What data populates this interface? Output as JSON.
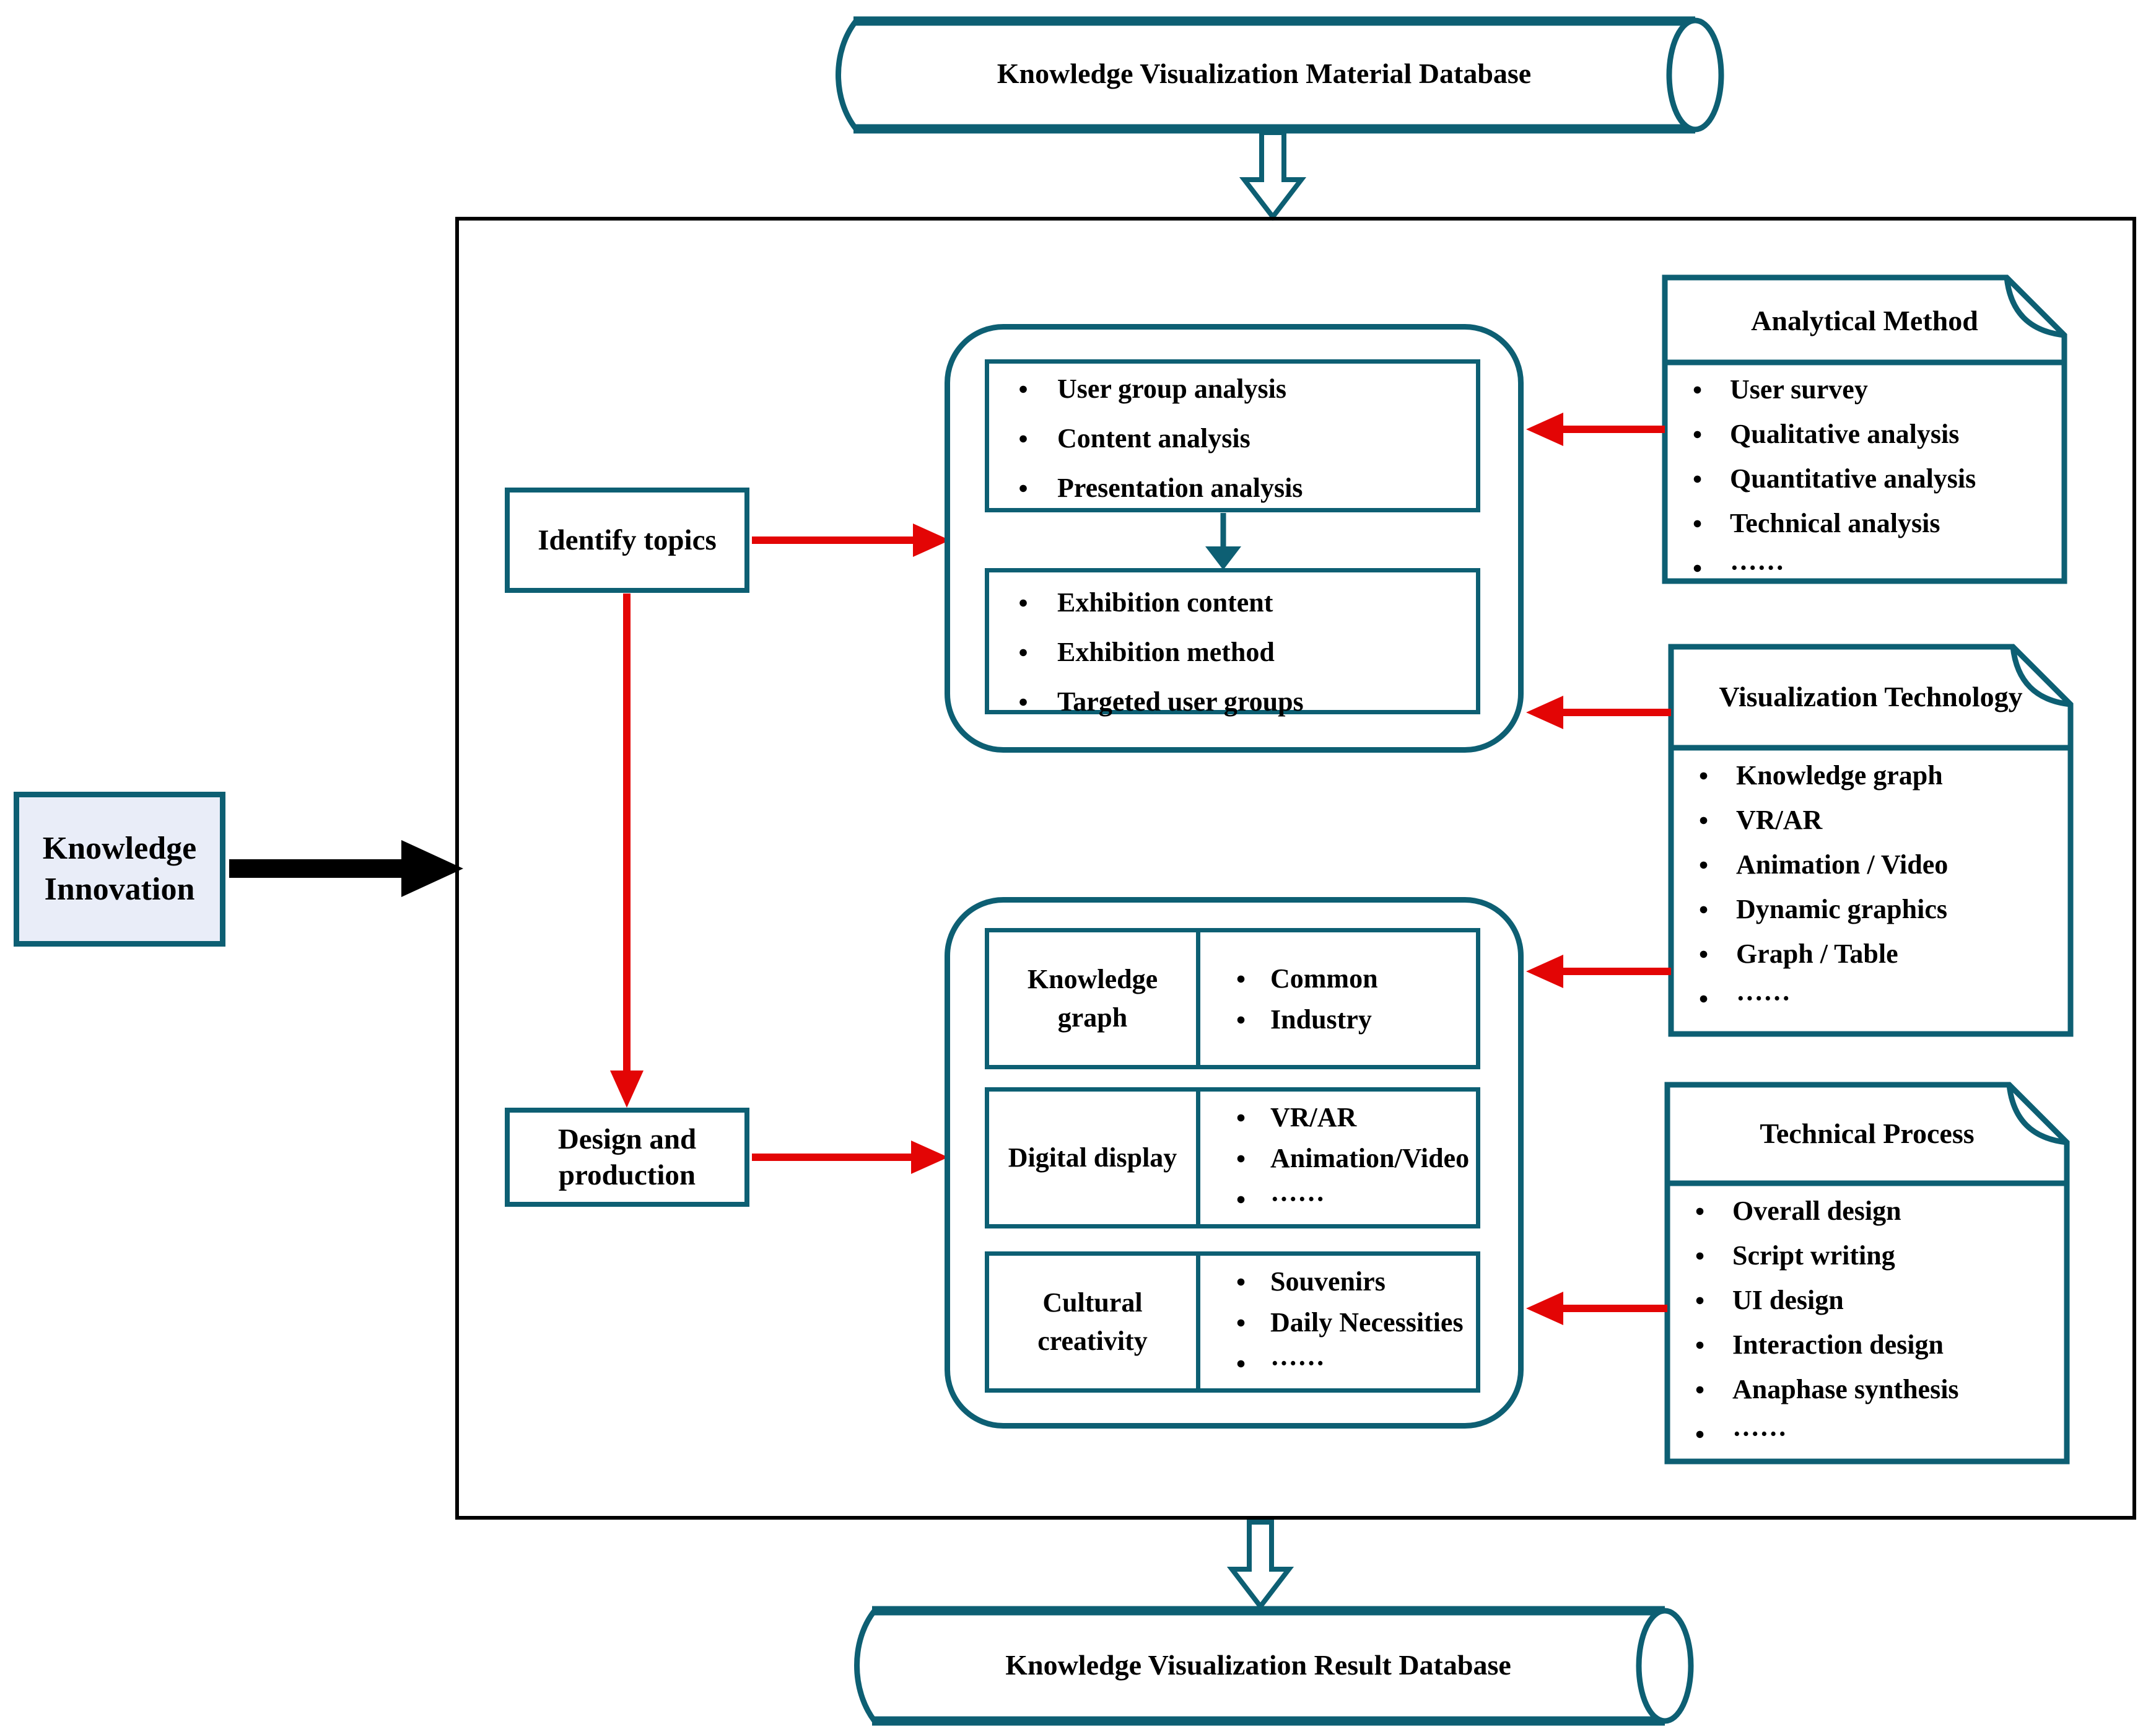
{
  "colors": {
    "teal": "#0d5f73",
    "red": "#e30505",
    "ink": "#000000",
    "ki_fill": "#e9edf8"
  },
  "glyphs": {
    "bullet": "●"
  },
  "databases": {
    "material": "Knowledge Visualization Material Database",
    "result": "Knowledge Visualization Result Database"
  },
  "knowledge_innovation": {
    "label": "Knowledge Innovation"
  },
  "identify_topics": {
    "label": "Identify topics"
  },
  "design_production": {
    "label": "Design and production"
  },
  "analysis_box": {
    "items": [
      "User group analysis",
      "Content analysis",
      "Presentation analysis"
    ]
  },
  "exhibition_box": {
    "items": [
      "Exhibition content",
      "Exhibition method",
      "Targeted user groups"
    ]
  },
  "production_table": {
    "row1": {
      "label": "Knowledge graph",
      "items": [
        "Common",
        "Industry"
      ]
    },
    "row2": {
      "label": "Digital display",
      "items": [
        "VR/AR",
        "Animation/Video",
        "······"
      ]
    },
    "row3": {
      "label": "Cultural creativity",
      "items": [
        "Souvenirs",
        "Daily Necessities",
        "······"
      ]
    }
  },
  "analytical_method": {
    "title": "Analytical Method",
    "items": [
      "User survey",
      "Qualitative analysis",
      "Quantitative analysis",
      "Technical analysis",
      "······"
    ]
  },
  "visualization_technology": {
    "title": "Visualization Technology",
    "items": [
      "Knowledge graph",
      "VR/AR",
      "Animation / Video",
      "Dynamic graphics",
      "Graph / Table",
      "······"
    ]
  },
  "technical_process": {
    "title": "Technical Process",
    "items": [
      "Overall design",
      "Script writing",
      "UI design",
      "Interaction design",
      "Anaphase synthesis",
      "······"
    ]
  }
}
